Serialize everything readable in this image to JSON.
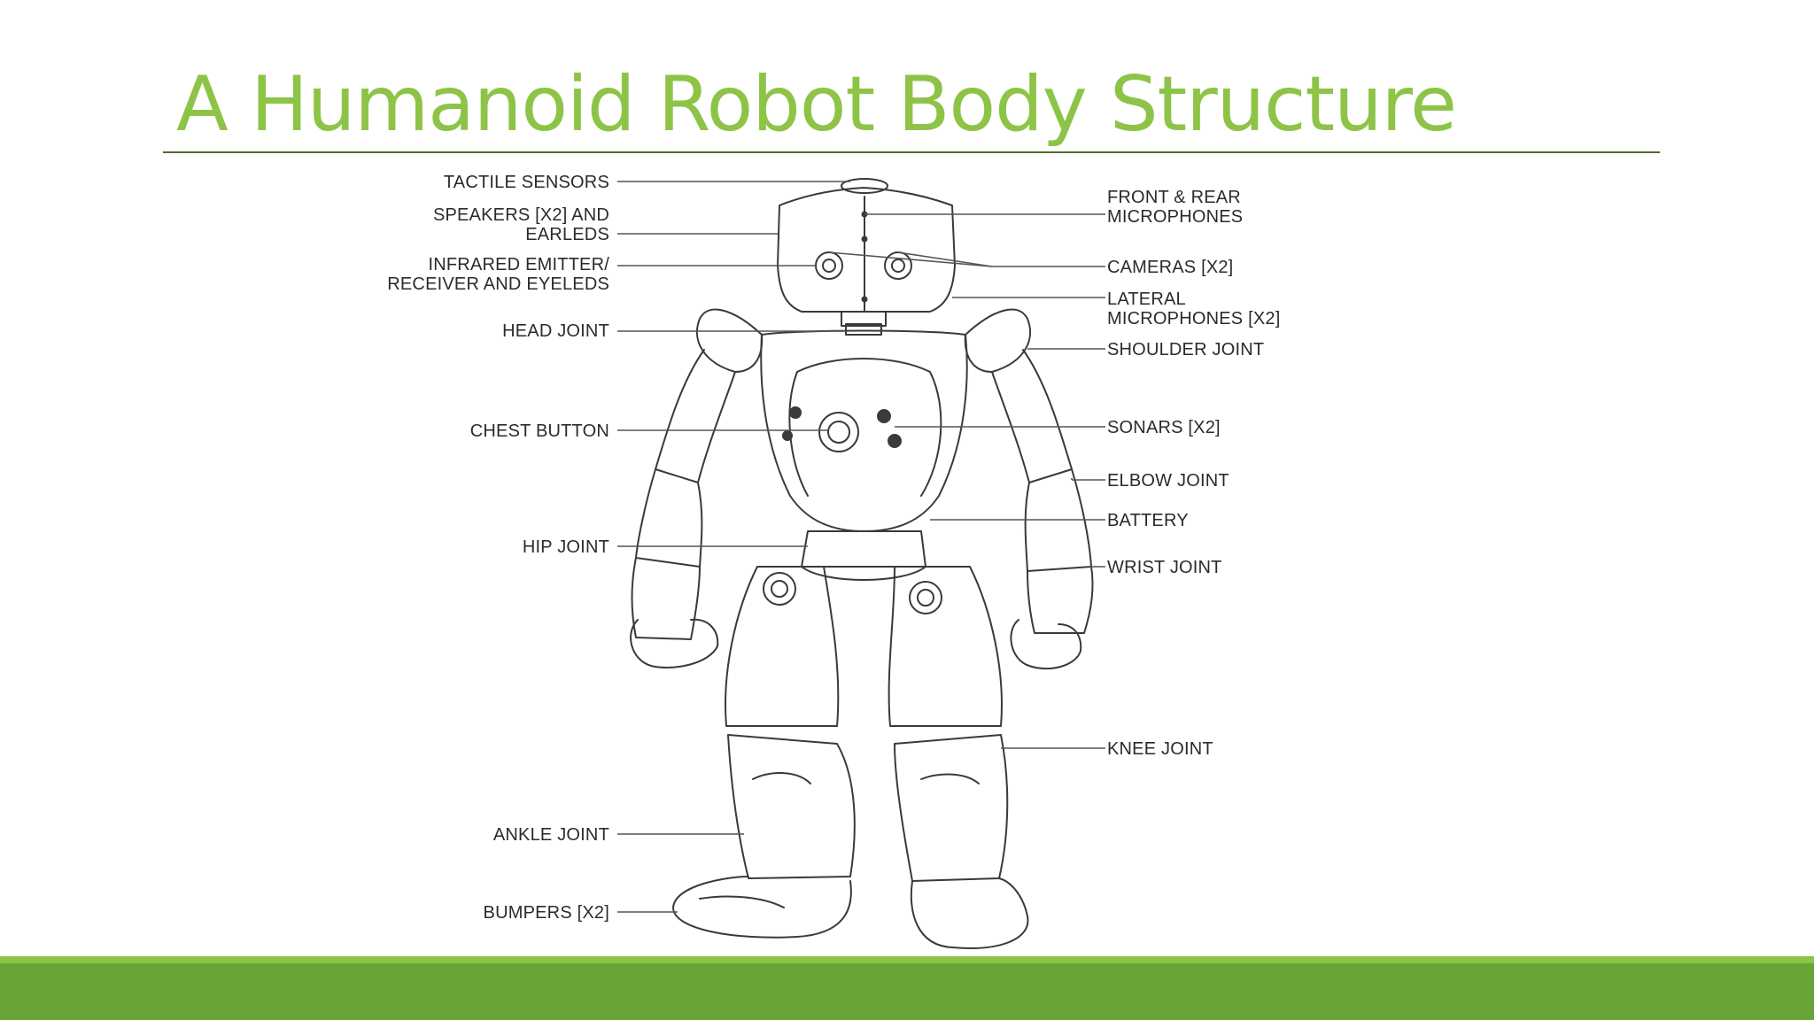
{
  "slide": {
    "title": "A Humanoid Robot Body Structure",
    "accent_color": "#8dc447",
    "footer_color": "#68a336"
  },
  "labels_left": [
    {
      "id": "tactile",
      "lines": [
        "TACTILE SENSORS"
      ]
    },
    {
      "id": "speakers",
      "lines": [
        "SPEAKERS [X2] AND",
        "EARLEDS"
      ]
    },
    {
      "id": "infrared",
      "lines": [
        "INFRARED EMITTER/",
        "RECEIVER AND EYELEDS"
      ]
    },
    {
      "id": "head-joint",
      "lines": [
        "HEAD JOINT"
      ]
    },
    {
      "id": "chest-button",
      "lines": [
        "CHEST BUTTON"
      ]
    },
    {
      "id": "hip-joint",
      "lines": [
        "HIP JOINT"
      ]
    },
    {
      "id": "ankle-joint",
      "lines": [
        "ANKLE JOINT"
      ]
    },
    {
      "id": "bumpers",
      "lines": [
        "BUMPERS [X2]"
      ]
    }
  ],
  "labels_right": [
    {
      "id": "microphones",
      "lines": [
        "FRONT & REAR",
        "MICROPHONES"
      ]
    },
    {
      "id": "cameras",
      "lines": [
        "CAMERAS [X2]"
      ]
    },
    {
      "id": "lateral-mics",
      "lines": [
        "LATERAL",
        "MICROPHONES [X2]"
      ]
    },
    {
      "id": "shoulder-joint",
      "lines": [
        "SHOULDER JOINT"
      ]
    },
    {
      "id": "sonars",
      "lines": [
        "SONARS [X2]"
      ]
    },
    {
      "id": "elbow-joint",
      "lines": [
        "ELBOW JOINT"
      ]
    },
    {
      "id": "battery",
      "lines": [
        "BATTERY"
      ]
    },
    {
      "id": "wrist-joint",
      "lines": [
        "WRIST JOINT"
      ]
    },
    {
      "id": "knee-joint",
      "lines": [
        "KNEE JOINT"
      ]
    }
  ]
}
